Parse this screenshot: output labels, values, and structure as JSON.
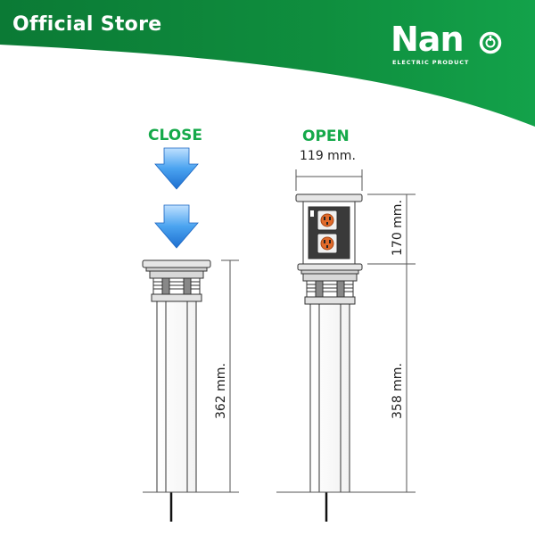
{
  "header": {
    "store_label": "Official Store",
    "brand_name": "Nan",
    "brand_tagline": "ELECTRIC PRODUCT",
    "banner_color": "#0f8a3c",
    "banner_color_dark": "#0a6a2c"
  },
  "diagram": {
    "close": {
      "label": "CLOSE",
      "height_dimension": "362 mm."
    },
    "open": {
      "label": "OPEN",
      "width_dimension": "119 mm.",
      "top_dimension": "170 mm.",
      "bottom_dimension": "358 mm."
    },
    "accent_color": "#15a94a",
    "arrow_color": "#1e88e5"
  }
}
